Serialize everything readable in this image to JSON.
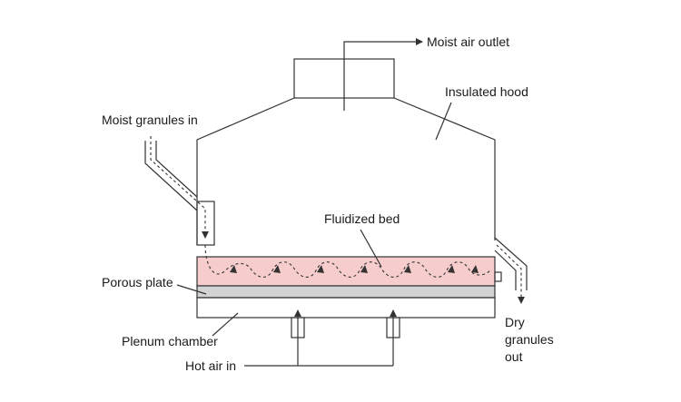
{
  "labels": {
    "moist_air_outlet": "Moist air outlet",
    "insulated_hood": "Insulated hood",
    "moist_granules_in": "Moist granules in",
    "fluidized_bed": "Fluidized bed",
    "porous_plate": "Porous plate",
    "plenum_chamber": "Plenum chamber",
    "hot_air_in": "Hot air in",
    "dry_granules_out": [
      "Dry",
      "granules",
      "out"
    ]
  },
  "colors": {
    "fluidized_bed_fill": "#f6cccc",
    "porous_plate_fill": "#d3d3d3",
    "line": "#333333"
  }
}
